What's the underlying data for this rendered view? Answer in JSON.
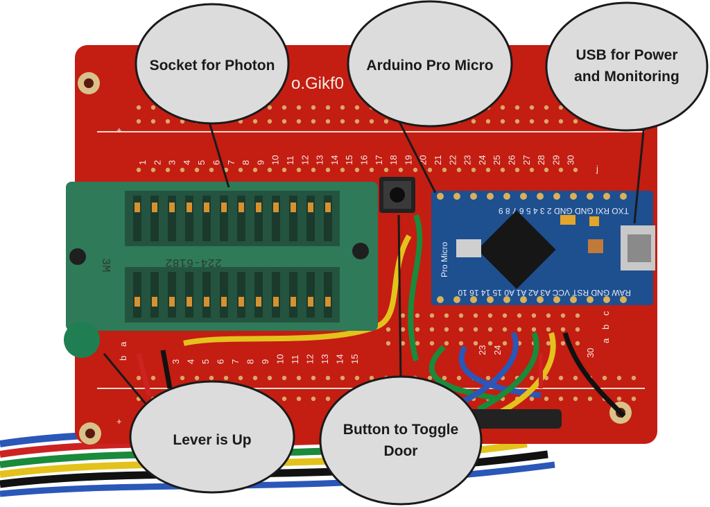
{
  "callouts": {
    "socket": "Socket for Photon",
    "arduino": "Arduino Pro Micro",
    "usb": "USB for Power\nand Monitoring",
    "lever": "Lever is Up",
    "button": "Button to Toggle\nDoor"
  },
  "board": {
    "url_fragment": "o.Gikf0",
    "top_numbers": [
      "1",
      "2",
      "3",
      "4",
      "5",
      "6",
      "7",
      "8",
      "9",
      "10",
      "11",
      "12",
      "13",
      "14",
      "15",
      "16",
      "17",
      "18",
      "19",
      "20",
      "21",
      "22",
      "23",
      "24",
      "25",
      "26",
      "27",
      "28",
      "29",
      "30"
    ],
    "bottom_numbers": [
      "3",
      "4",
      "5",
      "6",
      "7",
      "8",
      "9",
      "10",
      "11",
      "12",
      "13",
      "14",
      "15"
    ],
    "row_letter_j": "j",
    "row_letters_abc": [
      "a",
      "b",
      "c"
    ],
    "row_letters_left": [
      "a",
      "b"
    ],
    "num_30_bottom": "30",
    "num_23": "23",
    "num_24": "24"
  },
  "socket": {
    "part_number": "224-6182",
    "brand": "3M"
  },
  "pro_micro": {
    "name": "Pro Micro",
    "top_pins": "TXO RXI GND GND  2  3  4  5  6  7  8  9",
    "bottom_pins": "RAW GND RST VCC A3 A2 A1 A0 15 14 16 10"
  },
  "colors": {
    "board": "#c41d12",
    "socket": "#2f7a58",
    "pro_micro": "#1e4f8f",
    "callout_fill": "#dcdcdc"
  }
}
